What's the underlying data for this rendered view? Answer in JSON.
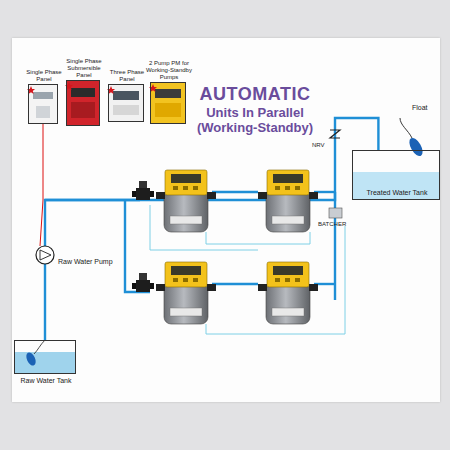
{
  "diagram": {
    "title": "AUTOMATIC",
    "nodes": [
      {
        "text": [
          "Single Phase Panel"
        ]
      },
      {
        "text": [
          "Single Phase Submersible Panel"
        ]
      },
      {
        "text": [
          "Three Phase Panel"
        ]
      },
      {
        "text": [
          "2 Pump PM for Working-Standby Pumps"
        ]
      },
      {
        "text": [
          "Raw Water Tank"
        ]
      },
      {
        "text": [
          "Treated Water Tank"
        ]
      }
    ],
    "edges": [
      {
        "from": 4,
        "to": 5,
        "arrow": "none"
      }
    ],
    "labels": [
      "Units In Parallel (Working-Standby)",
      "Raw Water Pump",
      "NRV",
      "BATCHER",
      "Float"
    ]
  }
}
